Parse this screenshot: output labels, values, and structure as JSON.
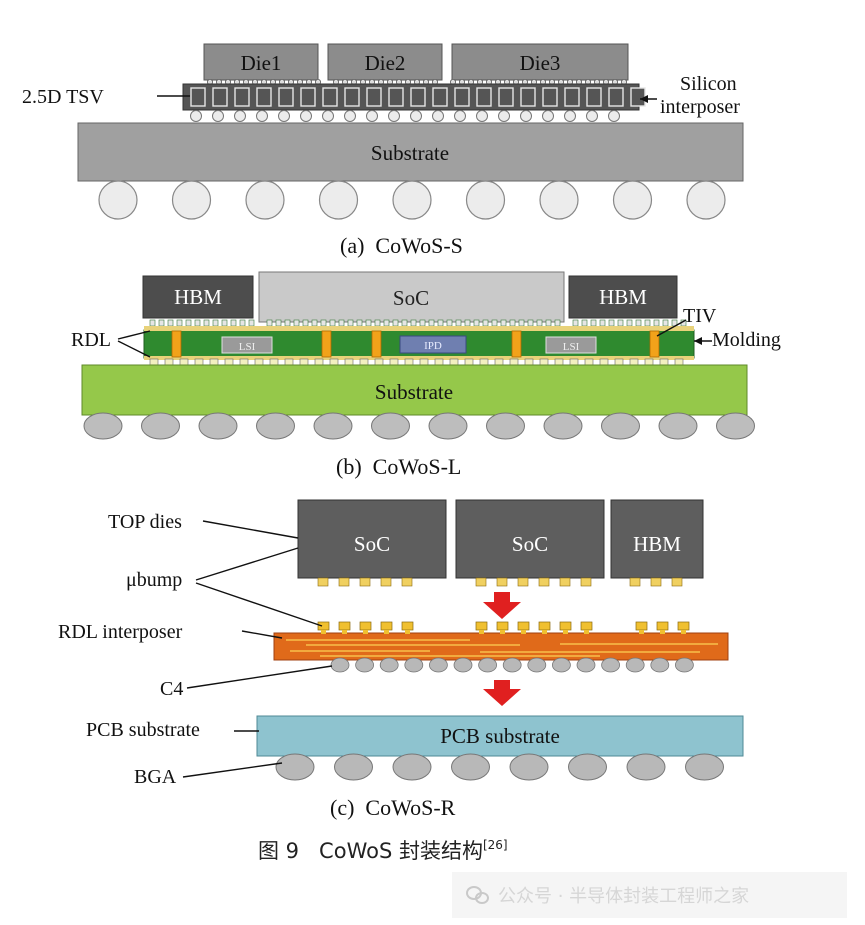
{
  "panel_a": {
    "dies": [
      "Die1",
      "Die2",
      "Die3"
    ],
    "tsv_label": "2.5D TSV",
    "interposer_label_1": "Silicon",
    "interposer_label_2": "interposer",
    "substrate": "Substrate",
    "caption": "(a)  CoWoS-S"
  },
  "panel_b": {
    "hbm_left": "HBM",
    "soc": "SoC",
    "hbm_right": "HBM",
    "rdl": "RDL",
    "tiv": "TIV",
    "molding": "Molding",
    "lsi_left": "LSI",
    "ipd": "IPD",
    "lsi_right": "LSI",
    "substrate": "Substrate",
    "caption": "(b)  CoWoS-L"
  },
  "panel_c": {
    "top_dies": "TOP dies",
    "ubump": "μbump",
    "rdl_interposer": "RDL interposer",
    "c4": "C4",
    "pcb_label": "PCB substrate",
    "bga": "BGA",
    "soc_1": "SoC",
    "soc_2": "SoC",
    "hbm": "HBM",
    "pcb_box": "PCB substrate",
    "caption": "(c)  CoWoS-R"
  },
  "figure_caption": "图 9   CoWoS 封装结构",
  "figure_ref": "[26]",
  "watermark": "公众号 · 半导体封装工程师之家"
}
